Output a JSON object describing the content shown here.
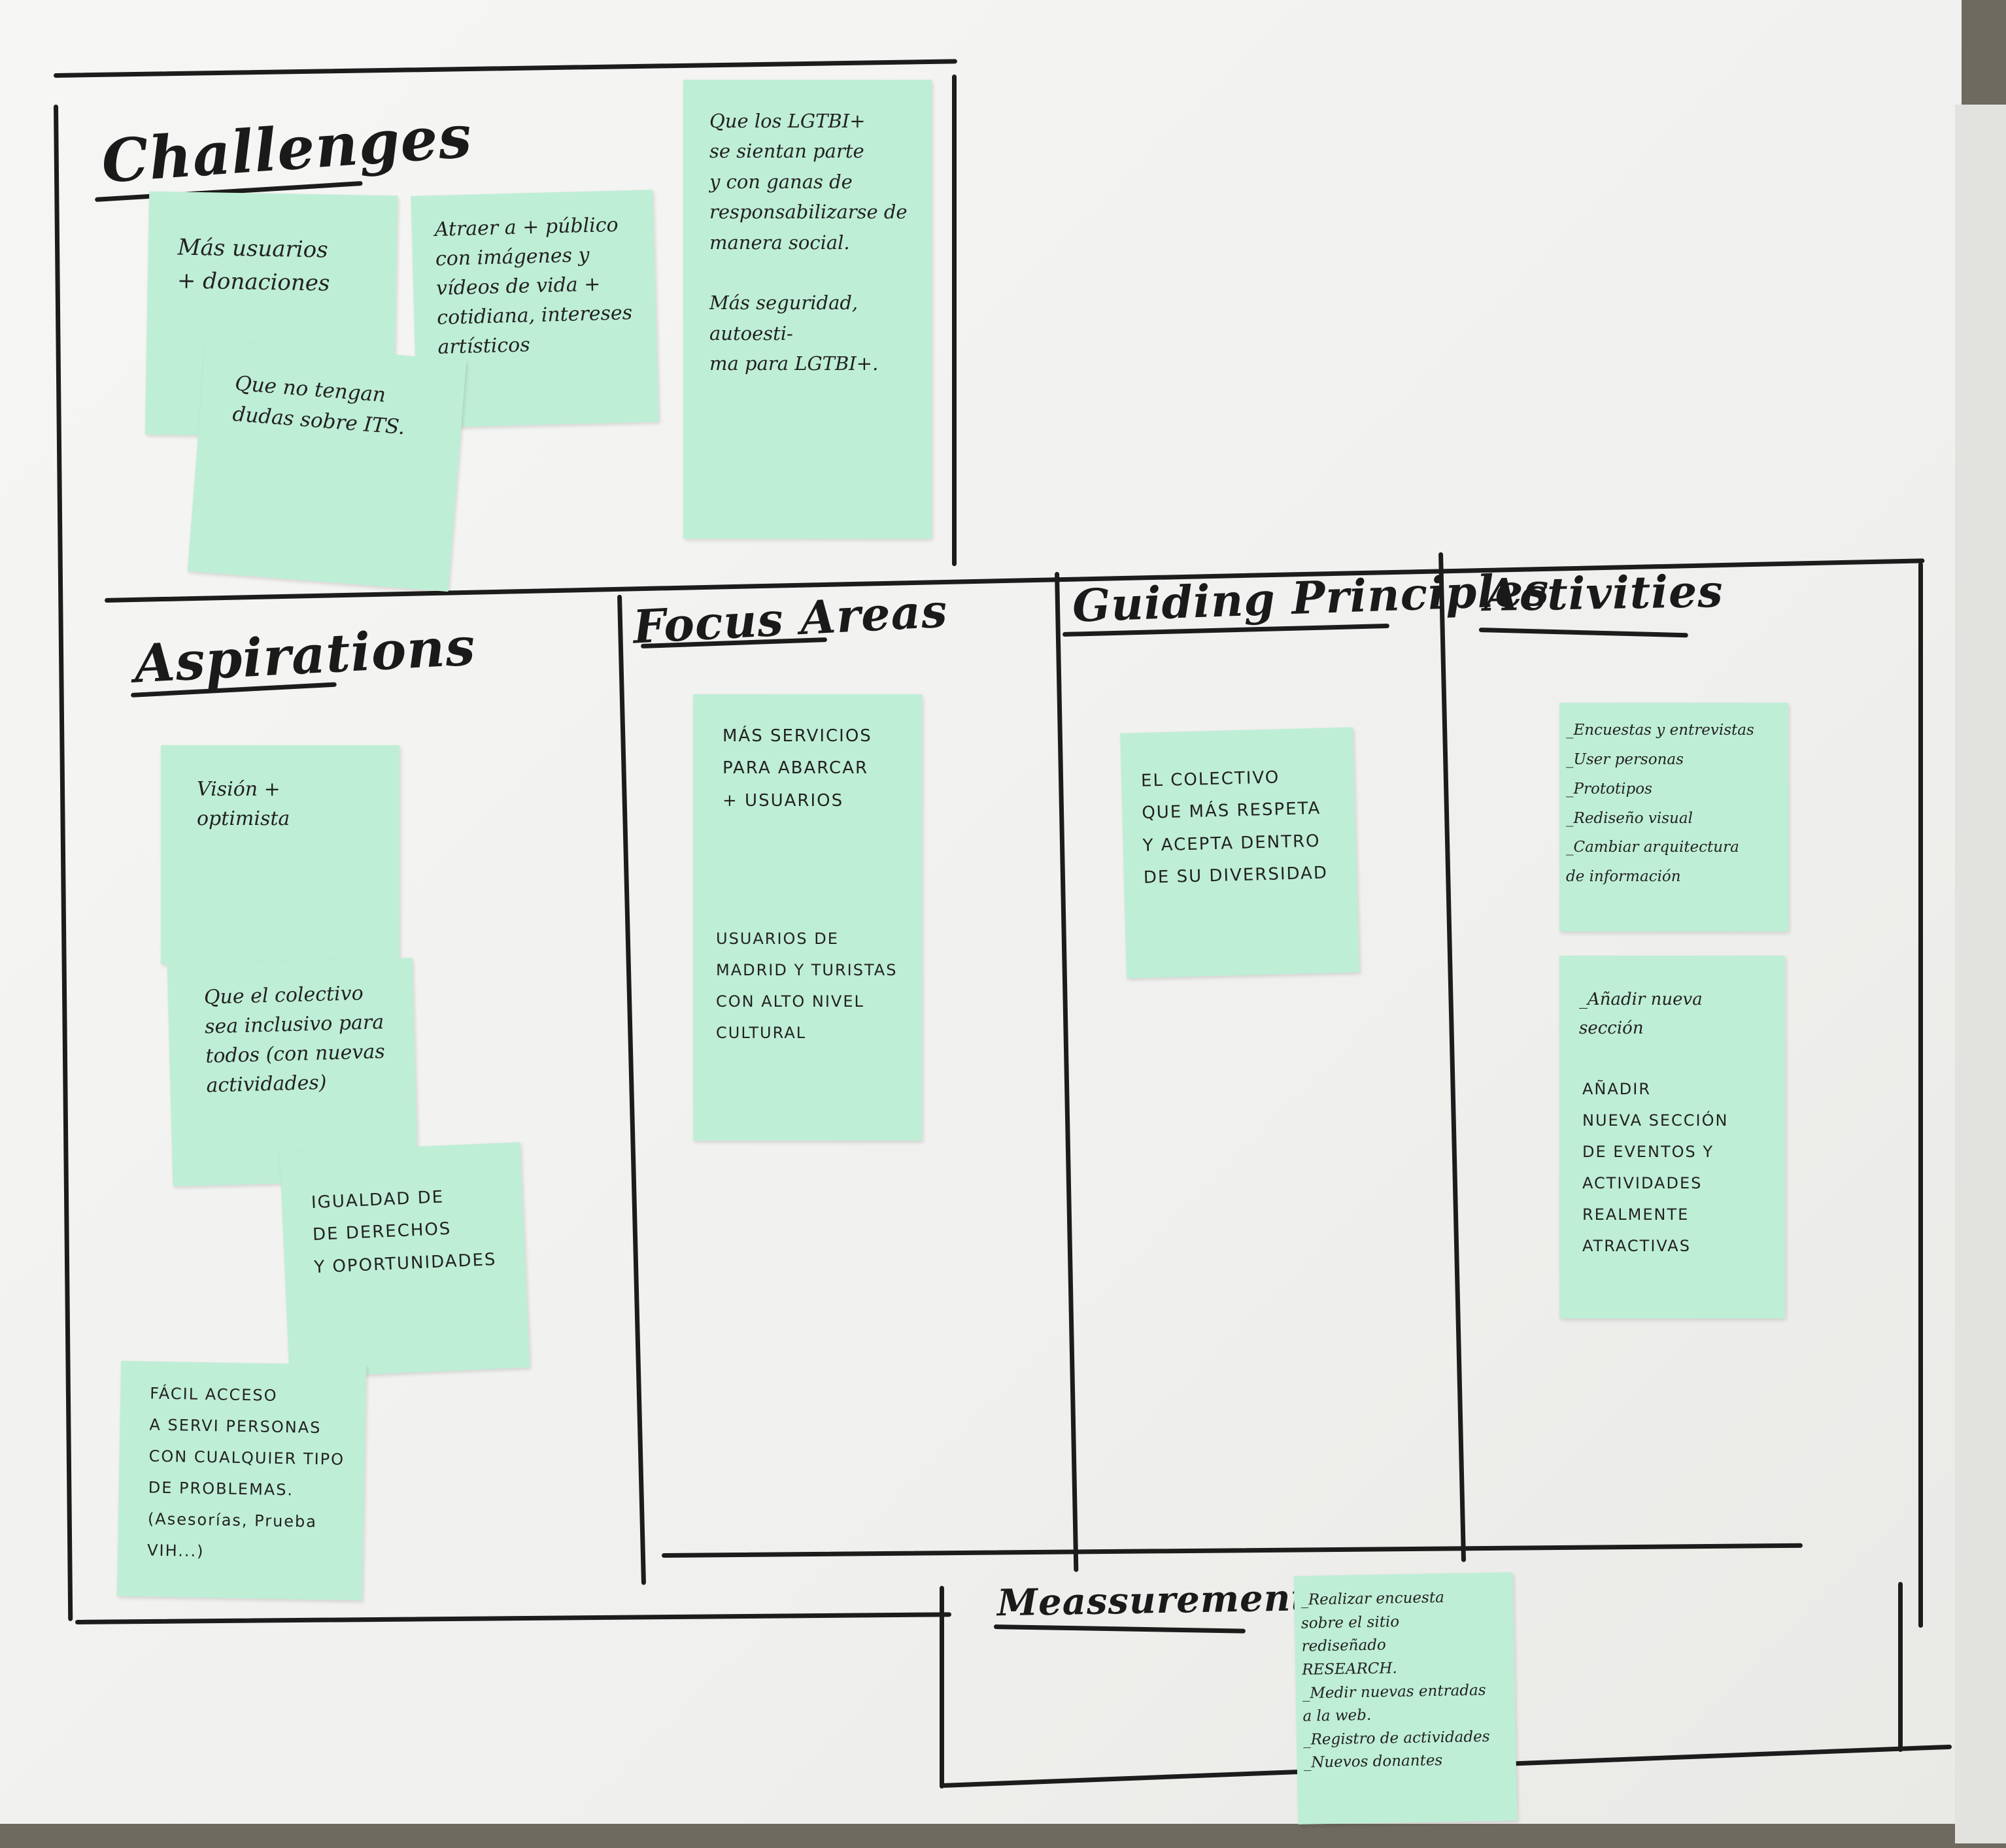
{
  "board": {
    "sections": {
      "challenges": "Challenges",
      "aspirations": "Aspirations",
      "focus_areas": "Focus Areas",
      "guiding_principles": "Guiding Principles",
      "activities": "Activities",
      "measurements": "Meassurements"
    },
    "notes": {
      "challenges_1": "Más usuarios\n+ donaciones",
      "challenges_2": "Atraer a + público\ncon imágenes y\nvídeos de vida +\ncotidiana, intereses\nartísticos",
      "challenges_3": "Que no tengan\ndudas sobre ITS.",
      "challenges_4": "Que los LGTBI+\nse sientan parte\ny con ganas de\nresponsabilizarse de\nmanera social.\n\nMás seguridad, autoesti-\nma para LGTBI+.",
      "aspirations_1": "Visión +\noptimista",
      "aspirations_2": "Que el colectivo\nsea inclusivo para\ntodos (con nuevas\nactividades)",
      "aspirations_3": "IGUALDAD DE\nDE DERECHOS\nY OPORTUNIDADES",
      "aspirations_4": "FÁCIL ACCESO\nA SERVI PERSONAS\nCON CUALQUIER TIPO\nDE PROBLEMAS.\n(Asesorías, Prueba VIH...)",
      "focus_1": "MÁS SERVICIOS\nPARA ABARCAR\n+ USUARIOS",
      "focus_2": "USUARIOS DE\nMADRID Y TURISTAS\nCON ALTO NIVEL\nCULTURAL",
      "guiding_1": "EL COLECTIVO\nQUE MÁS RESPETA\nY ACEPTA DENTRO\nDE SU DIVERSIDAD",
      "activities_1": "_Encuestas y entrevistas\n_User personas\n_Prototipos\n_Rediseño visual\n_Cambiar arquitectura\nde información",
      "activities_2": "_Añadir nueva\nsección",
      "activities_3": "AÑADIR\nNUEVA SECCIÓN\nDE EVENTOS Y\nACTIVIDADES\nREALMENTE\nATRACTIVAS",
      "measurements_1": "_Realizar encuesta\nsobre el sitio\nrediseñado\nRESEARCH.\n_Medir nuevas entradas\na la web.\n_Registro de actividades\n_Nuevos donantes"
    }
  },
  "colors": {
    "sticky_note": "#bfeed6",
    "marker": "#1c1c1c",
    "paper": "#f3f3f1"
  }
}
